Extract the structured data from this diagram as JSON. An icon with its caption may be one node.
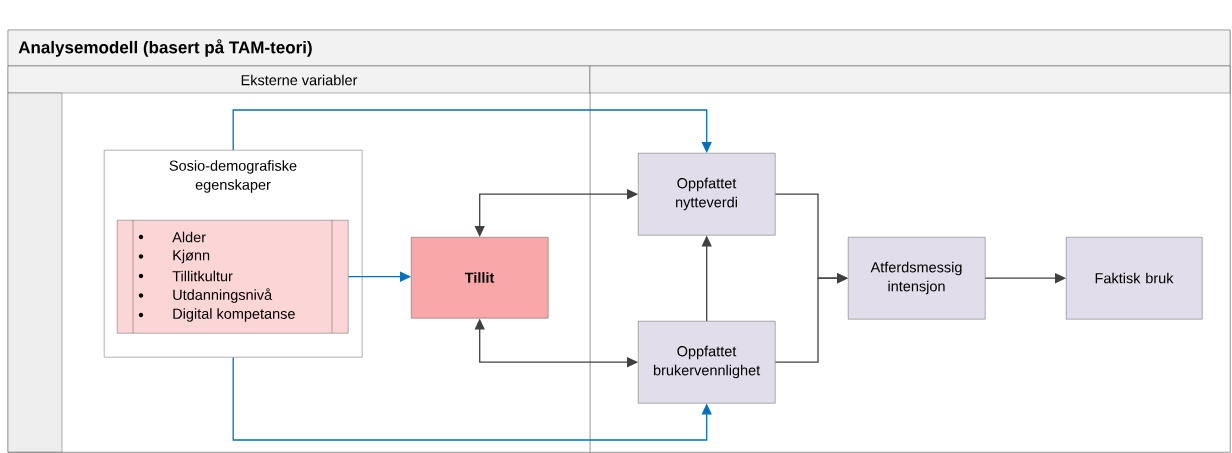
{
  "diagram": {
    "nodes": [
      {
        "text": [
          "Analysemodell (basert på TAM-teori)"
        ]
      },
      {
        "text": [
          "Eksterne variabler"
        ],
        "in": 0
      },
      {
        "text": [],
        "shape": "band",
        "in": 0
      },
      {
        "text": [
          "Sosio-demografiske egenskaper"
        ],
        "in": 1
      },
      {
        "text": [
          "Alder",
          "Kjønn",
          "Tillitkultur",
          "Utdanningsnivå",
          "Digital kompetanse"
        ],
        "in": 3
      },
      {
        "text": [
          "Tillit"
        ],
        "in": 1
      },
      {
        "text": [
          "Oppfattet nytteverdi"
        ],
        "in": 2
      },
      {
        "text": [
          "Oppfattet brukervennlighet"
        ],
        "in": 2
      },
      {
        "text": [
          "Atferdsmessig intensjon"
        ],
        "in": 2
      },
      {
        "text": [
          "Faktisk bruk"
        ],
        "in": 2
      }
    ],
    "edges": [
      {
        "from": 3,
        "to": 6,
        "arrow": "to",
        "color": "#0070c0"
      },
      {
        "from": 3,
        "to": 7,
        "arrow": "to",
        "color": "#0070c0"
      },
      {
        "from": 4,
        "to": 5,
        "arrow": "to",
        "color": "#0070c0"
      },
      {
        "from": 5,
        "to": 6,
        "arrow": "both"
      },
      {
        "from": 5,
        "to": 7,
        "arrow": "both"
      },
      {
        "from": 7,
        "to": 6,
        "arrow": "to"
      },
      {
        "from": 6,
        "to": 8,
        "arrow": "to"
      },
      {
        "from": 7,
        "to": 8,
        "arrow": "to"
      },
      {
        "from": 8,
        "to": 9,
        "arrow": "to"
      }
    ]
  }
}
